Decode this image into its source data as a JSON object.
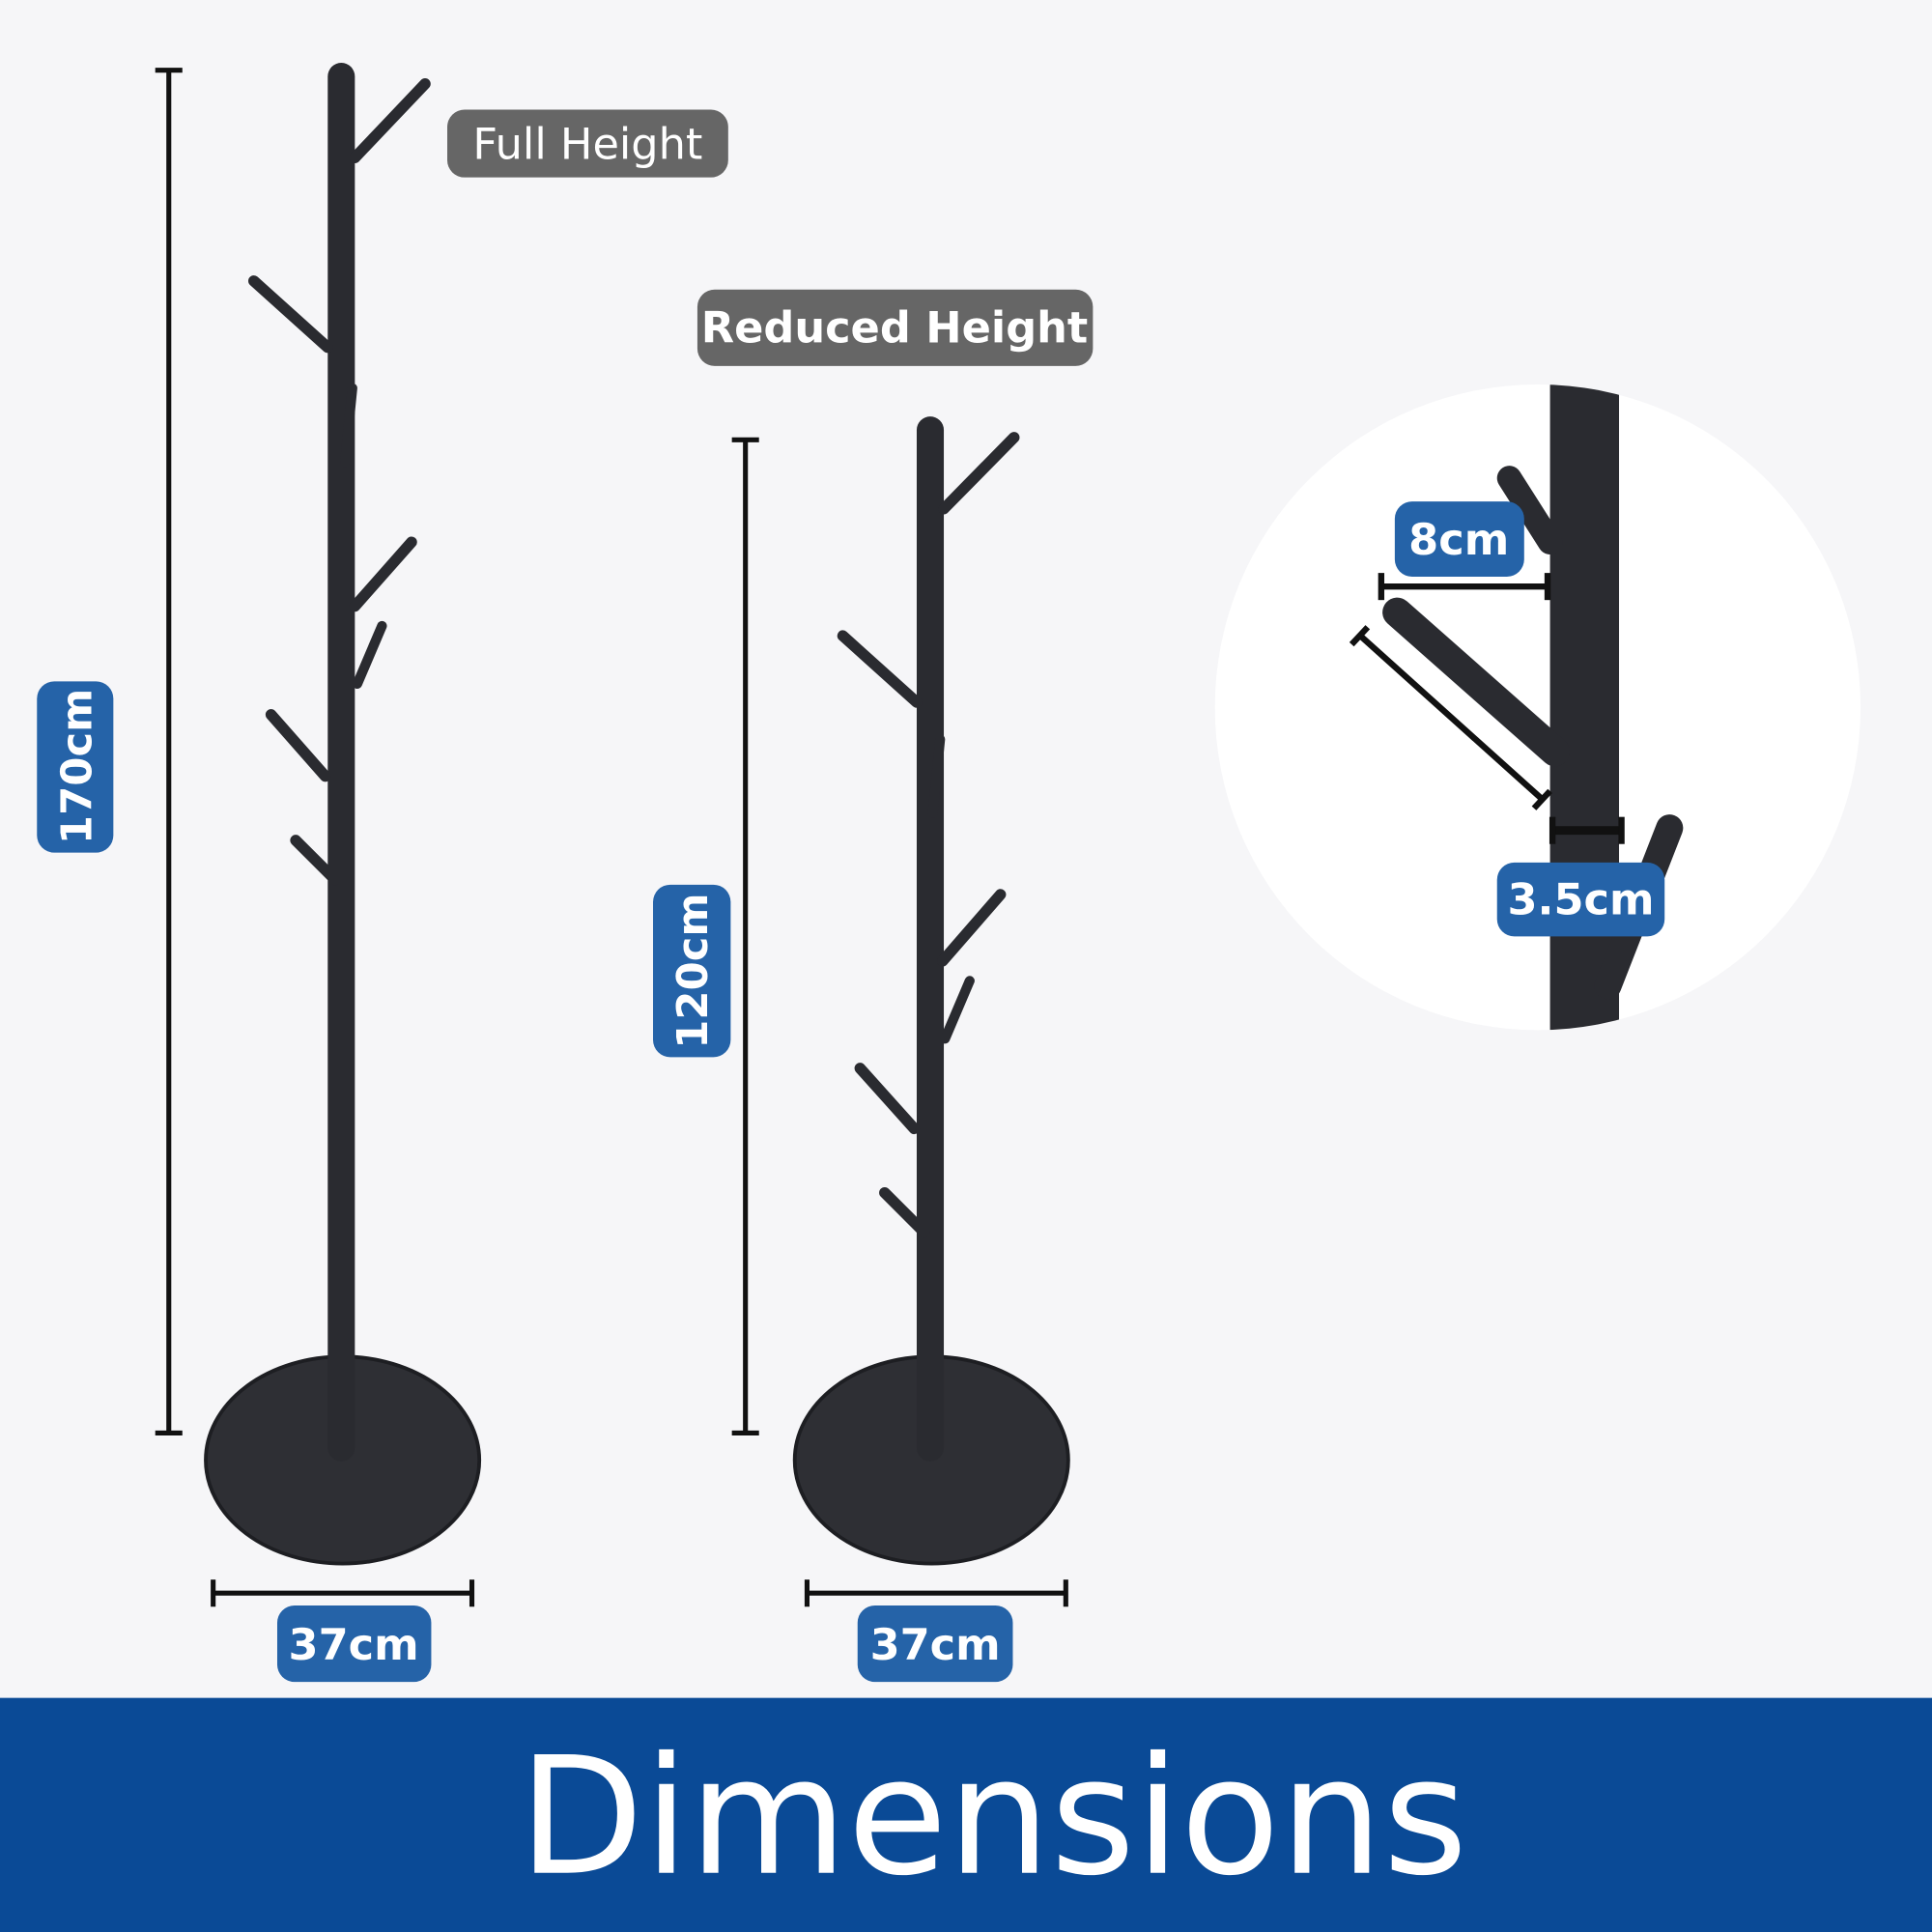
{
  "labels": {
    "full_height": "Full Height",
    "reduced_height": "Reduced Height"
  },
  "dimensions": {
    "full_height": "170cm",
    "reduced_height": "120cm",
    "base_width_full": "37cm",
    "base_width_reduced": "37cm",
    "hook_length": "8cm",
    "pole_diameter": "3.5cm"
  },
  "footer": {
    "title": "Dimensions"
  },
  "colors": {
    "background": "#f6f6f8",
    "banner": "#0a4a96",
    "badge_blue": "#2563a8",
    "badge_gray": "#666666",
    "product": "#2a2b30"
  }
}
